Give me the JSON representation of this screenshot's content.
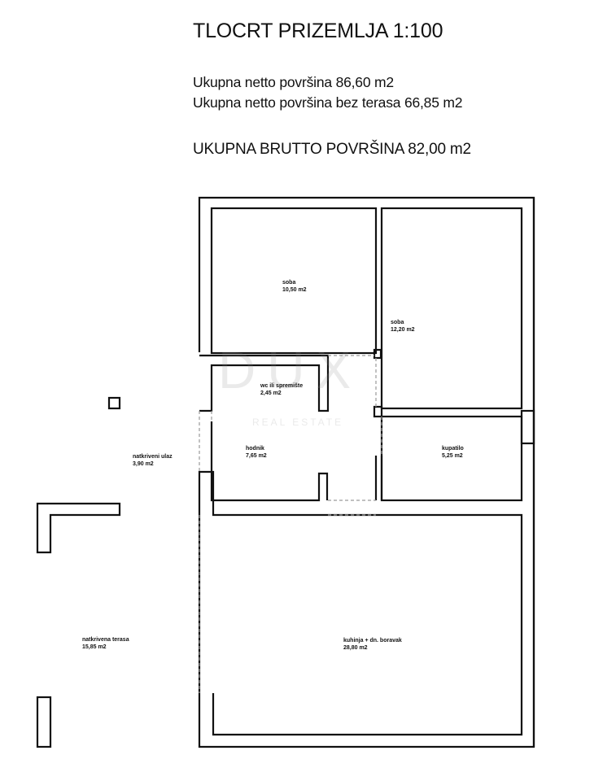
{
  "header": {
    "title": "TLOCRT PRIZEMLJA  1:100",
    "net_total": "Ukupna netto površina 86,60 m2",
    "net_without_terraces": "Ukupna netto površina bez terasa 66,85 m2",
    "gross_total": "UKUPNA BRUTTO POVRŠINA  82,00 m2"
  },
  "rooms": [
    {
      "name": "soba",
      "area": "10,50 m2"
    },
    {
      "name": "soba",
      "area": "12,20 m2"
    },
    {
      "name": "wc ili spremište",
      "area": "2,45 m2"
    },
    {
      "name": "hodnik",
      "area": "7,65 m2"
    },
    {
      "name": "kupatilo",
      "area": "5,25 m2"
    },
    {
      "name": "kuhinja + dn. boravak",
      "area": "28,80 m2"
    },
    {
      "name": "natkriveni ulaz",
      "area": "3,90 m2"
    },
    {
      "name": "natkrivena terasa",
      "area": "15,85 m2"
    }
  ],
  "watermark": {
    "logo": "DUX",
    "subtitle": "REAL ESTATE"
  },
  "colors": {
    "wall": "#111111",
    "opening": "#9a9a9a"
  }
}
